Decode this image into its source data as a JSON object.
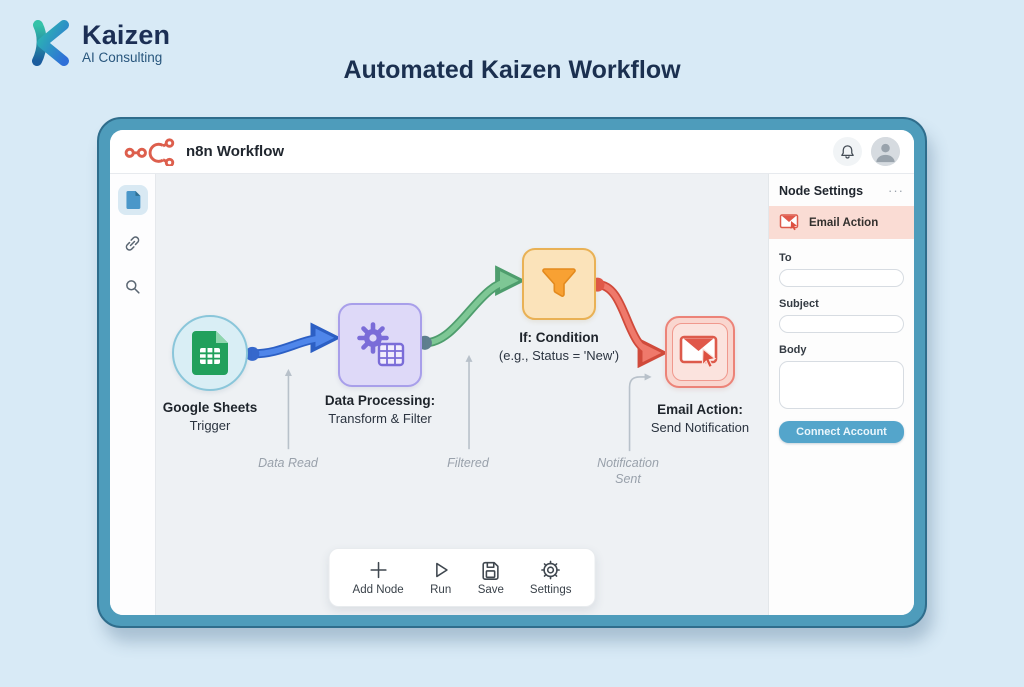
{
  "brand": {
    "name": "Kaizen",
    "tagline": "AI Consulting"
  },
  "page": {
    "title": "Automated Kaizen Workflow"
  },
  "window": {
    "app_title": "n8n Workflow",
    "header_icons": [
      "n8n-logo-icon",
      "bell-icon",
      "avatar"
    ]
  },
  "sidebar": {
    "items": [
      {
        "icon": "document-icon",
        "active": true
      },
      {
        "icon": "link-icon",
        "active": false
      },
      {
        "icon": "search-icon",
        "active": false
      }
    ]
  },
  "workflow": {
    "nodes": [
      {
        "id": "google-sheets",
        "icon": "google-sheets-icon",
        "shape": "circle",
        "title": "Google Sheets",
        "subtitle": "Trigger",
        "fill": "#d9eef5",
        "border": "#8ac6da"
      },
      {
        "id": "data-processing",
        "icon": "gear-table-icon",
        "shape": "rounded-square",
        "title": "Data Processing:",
        "subtitle": "Transform & Filter",
        "fill": "#ded9f8",
        "border": "#a89fea"
      },
      {
        "id": "if-condition",
        "icon": "funnel-icon",
        "shape": "rounded-square",
        "title": "If: Condition",
        "subtitle": "(e.g., Status = 'New')",
        "fill": "#fbe3ba",
        "border": "#e9b155"
      },
      {
        "id": "email-action",
        "icon": "email-cursor-icon",
        "shape": "rounded-square",
        "title": "Email Action:",
        "subtitle": "Send Notification",
        "fill": "#f9d6cf",
        "border": "#ec8378"
      }
    ],
    "connections": [
      {
        "from": "google-sheets",
        "to": "data-processing",
        "color": "#4f86ea",
        "label": "Data Read"
      },
      {
        "from": "data-processing",
        "to": "if-condition",
        "color": "#7ec795",
        "label": "Filtered"
      },
      {
        "from": "if-condition",
        "to": "email-action",
        "color": "#ef796b",
        "label": "Notification Sent"
      }
    ]
  },
  "toolbar": {
    "items": [
      {
        "icon": "plus-icon",
        "label": "Add Node"
      },
      {
        "icon": "play-icon",
        "label": "Run"
      },
      {
        "icon": "save-icon",
        "label": "Save"
      },
      {
        "icon": "settings-gear-icon",
        "label": "Settings"
      }
    ]
  },
  "panel": {
    "title": "Node Settings",
    "menu_icon": "···",
    "selected_node": {
      "icon": "email-cursor-icon",
      "label": "Email Action"
    },
    "fields": [
      {
        "label": "To",
        "value": "",
        "type": "input"
      },
      {
        "label": "Subject",
        "value": "",
        "type": "input"
      },
      {
        "label": "Body",
        "value": "",
        "type": "textarea"
      }
    ],
    "connect_button": "Connect Account"
  },
  "colors": {
    "background": "#d8eaf6",
    "window_frame": "#4e9cbb",
    "canvas": "#eef1f4",
    "accent_button": "#54a5cb",
    "n8n_logo": "#dd5f4d",
    "selected_row_bg": "#fadcd4",
    "annotation_text": "#99a1ab"
  }
}
